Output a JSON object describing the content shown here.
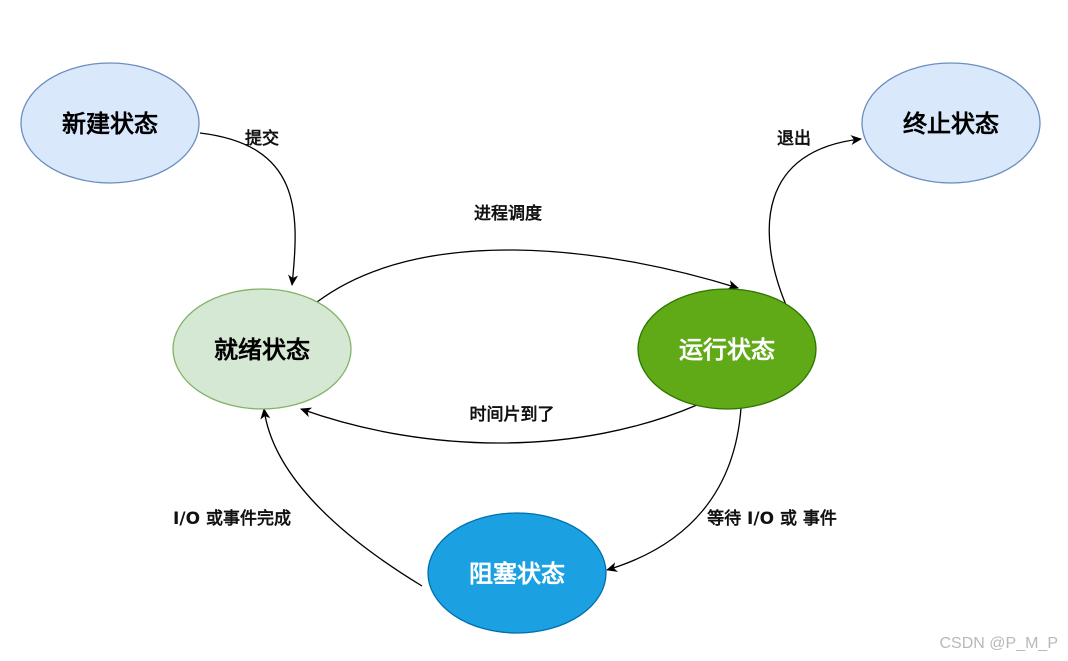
{
  "nodes": {
    "new": {
      "label": "新建状态",
      "fill": "#dae8fc",
      "stroke": "#6c8ebf",
      "text_color": "#000000"
    },
    "ready": {
      "label": "就绪状态",
      "fill": "#d5e8d4",
      "stroke": "#82b366",
      "text_color": "#000000"
    },
    "running": {
      "label": "运行状态",
      "fill": "#60a917",
      "stroke": "#2d7600",
      "text_color": "#ffffff"
    },
    "blocked": {
      "label": "阻塞状态",
      "fill": "#1ba1e2",
      "stroke": "#006eaf",
      "text_color": "#ffffff"
    },
    "terminated": {
      "label": "终止状态",
      "fill": "#dae8fc",
      "stroke": "#6c8ebf",
      "text_color": "#000000"
    }
  },
  "edges": {
    "submit": "提交",
    "schedule": "进程调度",
    "timeout": "时间片到了",
    "wait": "等待 I/O 或 事件",
    "io_done": "I/O 或事件完成",
    "exit": "退出"
  },
  "watermark": "CSDN @P_M_P"
}
